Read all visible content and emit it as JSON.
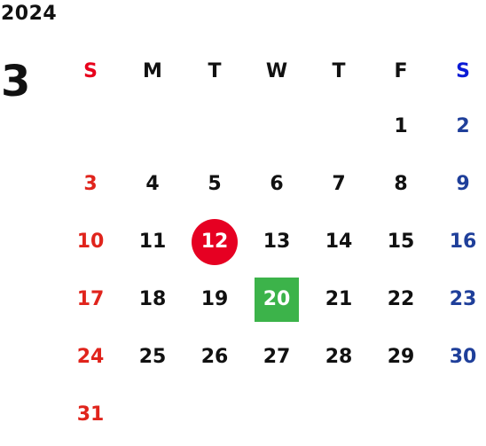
{
  "calendar": {
    "year": "2024",
    "month": "3",
    "weekdays": [
      "S",
      "M",
      "T",
      "W",
      "T",
      "F",
      "S"
    ],
    "weeks": [
      [
        "",
        "",
        "",
        "",
        "",
        "1",
        "2"
      ],
      [
        "3",
        "4",
        "5",
        "6",
        "7",
        "8",
        "9"
      ],
      [
        "10",
        "11",
        "12",
        "13",
        "14",
        "15",
        "16"
      ],
      [
        "17",
        "18",
        "19",
        "20",
        "21",
        "22",
        "23"
      ],
      [
        "24",
        "25",
        "26",
        "27",
        "28",
        "29",
        "30"
      ],
      [
        "31",
        "",
        "",
        "",
        "",
        "",
        ""
      ]
    ],
    "circled_day": "12",
    "highlighted_day": "20"
  },
  "colors": {
    "sunday": "#e0241c",
    "saturday": "#1f3f9a",
    "circle": "#e60022",
    "highlight": "#3cb34a"
  }
}
